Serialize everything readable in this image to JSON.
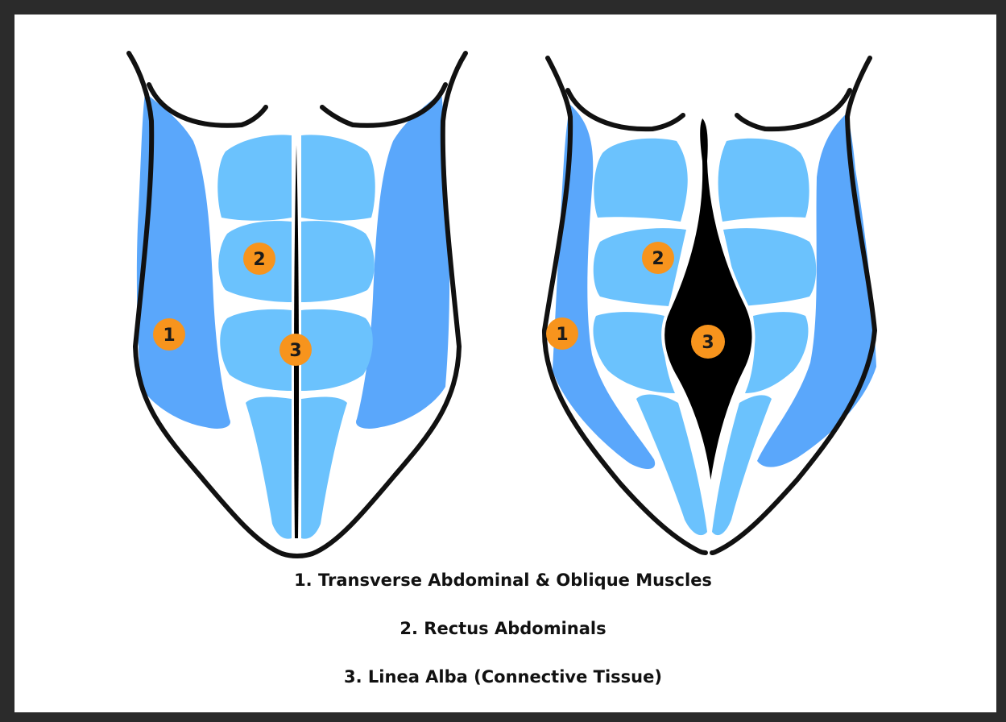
{
  "colors": {
    "outline": "#111111",
    "oblique": "#5aa7fb",
    "rectus": "#6bc2fd",
    "linea_alba": "#000000",
    "badge": "#f7941d",
    "frame": "#2b2b2b"
  },
  "figures": [
    {
      "badges": {
        "oblique": "1",
        "rectus": "2",
        "linea_alba": "3"
      }
    },
    {
      "badges": {
        "oblique": "1",
        "rectus": "2",
        "linea_alba": "3"
      }
    }
  ],
  "legend": {
    "item1": "1. Transverse Abdominal & Oblique Muscles",
    "item2": "2. Rectus Abdominals",
    "item3": "3. Linea Alba (Connective Tissue)"
  }
}
